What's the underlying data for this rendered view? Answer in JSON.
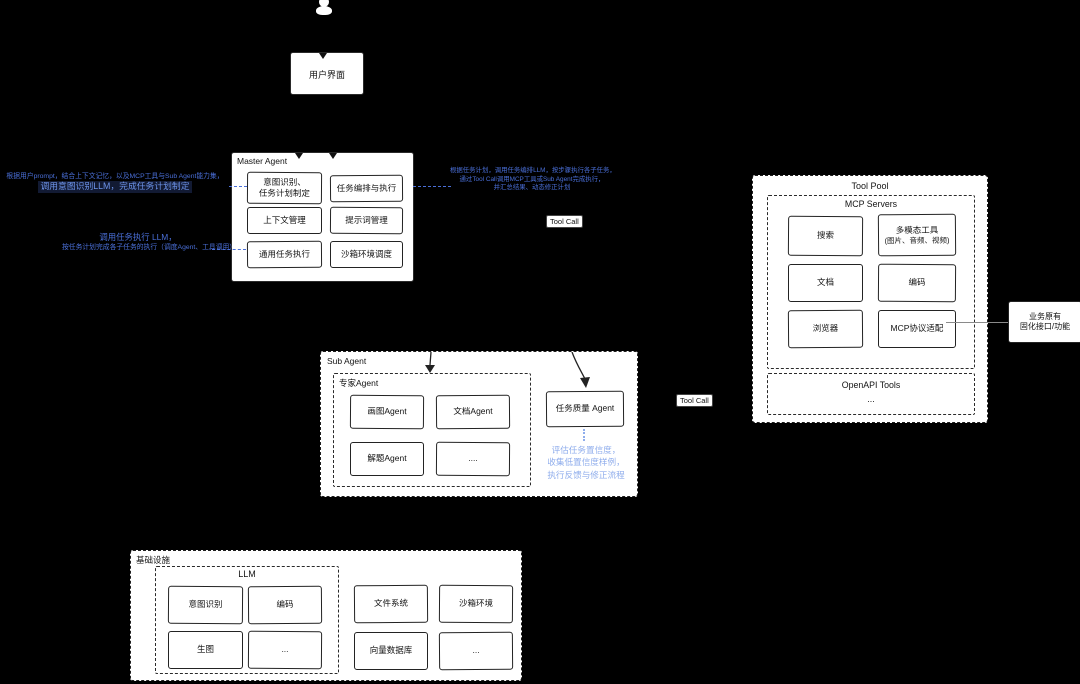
{
  "colors": {
    "background": "#000000",
    "box_fill": "#ffffff",
    "stroke": "#1f1f1f",
    "annotation_blue": "#4a6fd8",
    "annotation_blue_bright": "#6d94ea",
    "annotation_blue_light": "#8fadec"
  },
  "labels": {
    "tool_call": "Tool Call"
  },
  "user_interface": {
    "label": "用户界面"
  },
  "master_agent": {
    "title": "Master Agent",
    "modules": [
      {
        "l1": "意图识别、",
        "l2": "任务计划制定"
      },
      {
        "l1": "任务编排与执行"
      },
      {
        "l1": "上下文管理"
      },
      {
        "l1": "提示词管理"
      },
      {
        "l1": "通用任务执行"
      },
      {
        "l1": "沙箱环境调度"
      }
    ]
  },
  "annotations": {
    "plan": {
      "l1": "根据用户prompt，结合上下文记忆，以及MCP工具与Sub Agent能力集，",
      "l2": "调用意图识别LLM，完成任务计划制定"
    },
    "execute": {
      "l1": "调用任务执行 LLM，",
      "l2": "按任务计划完成各子任务的执行（调度Agent、工具调用）"
    },
    "orchestrate": {
      "l1": "根据任务计划，调用任务编排LLM，按步骤执行各子任务，",
      "l2": "通过Tool Call调用MCP工具或Sub Agent完成执行，",
      "l3": "并汇总结果、动态修正计划"
    },
    "quality": {
      "l1": "评估任务置信度，",
      "l2": "收集低置信度样例，",
      "l3": "执行反馈与修正流程"
    }
  },
  "sub_agent": {
    "title": "Sub Agent",
    "expert_group": {
      "title": "专家Agent",
      "agents": [
        "画图Agent",
        "文档Agent",
        "解题Agent",
        "...."
      ]
    },
    "quality_agent": "任务质量 Agent"
  },
  "tool_pool": {
    "title": "Tool Pool",
    "mcp": {
      "title": "MCP Servers",
      "tools": [
        {
          "l1": "搜索"
        },
        {
          "l1": "多模态工具",
          "l2": "(图片、音频、视频)"
        },
        {
          "l1": "文档"
        },
        {
          "l1": "编码"
        },
        {
          "l1": "浏览器"
        },
        {
          "l1": "MCP协议适配"
        }
      ]
    },
    "openapi": {
      "title": "OpenAPI Tools",
      "more": "..."
    }
  },
  "legacy_box": {
    "l1": "业务原有",
    "l2": "固化接口/功能"
  },
  "infrastructure": {
    "title": "基础设施",
    "llm": {
      "title": "LLM",
      "items": [
        "意图识别",
        "编码",
        "生图",
        "..."
      ]
    },
    "services": [
      "文件系统",
      "沙箱环境",
      "向量数据库",
      "..."
    ]
  }
}
